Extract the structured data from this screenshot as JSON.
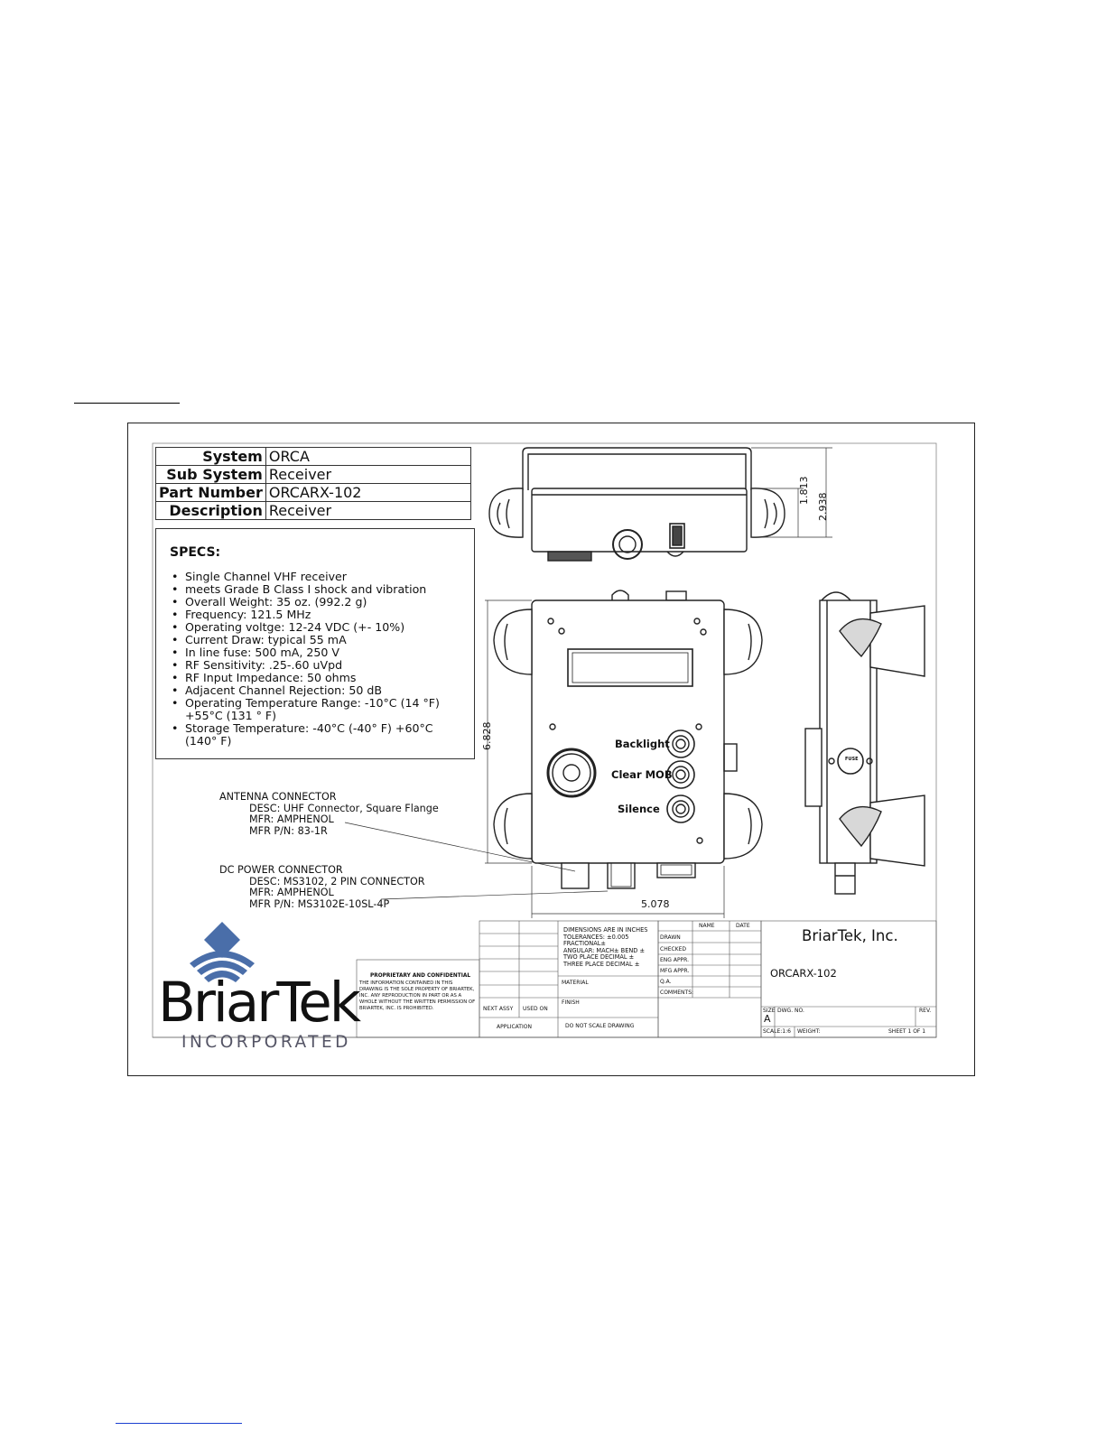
{
  "drawing": {
    "id_table": [
      {
        "label": "System",
        "value": "ORCA"
      },
      {
        "label": "Sub System",
        "value": "Receiver"
      },
      {
        "label": "Part Number",
        "value": "ORCARX-102"
      },
      {
        "label": "Description",
        "value": "Receiver"
      }
    ],
    "specs": {
      "title": "SPECS:",
      "items": [
        "Single Channel VHF receiver",
        "meets Grade B Class I shock and vibration",
        "Overall Weight: 35 oz. (992.2 g)",
        "Frequency: 121.5 MHz",
        "Operating voltge: 12-24 VDC (+- 10%)",
        "Current Draw: typical 55 mA",
        "In line fuse: 500 mA, 250 V",
        "RF Sensitivity: .25-.60 uVpd",
        "RF Input Impedance: 50 ohms",
        "Adjacent Channel Rejection: 50 dB",
        "Operating Temperature Range: -10°C (14 °F) +55°C (131 ° F)",
        "Storage Temperature: -40°C (-40° F) +60°C (140° F)"
      ]
    },
    "antenna_connector": {
      "title": "ANTENNA CONNECTOR",
      "desc": "DESC: UHF Connector, Square Flange",
      "mfr": "MFR: AMPHENOL",
      "pn": "MFR P/N: 83-1R"
    },
    "dc_power_connector": {
      "title": "DC POWER CONNECTOR",
      "desc": "DESC: MS3102, 2 PIN CONNECTOR",
      "mfr": "MFR: AMPHENOL",
      "pn": "MFR P/N: MS3102E-10SL-4P"
    },
    "dimensions": {
      "height_top_body": "1.813",
      "height_top_total": "2.938",
      "front_height": "6.828",
      "front_width": "5.078"
    },
    "buttons": {
      "backlight": "Backlight",
      "clear_mob": "Clear MOB",
      "silence": "Silence",
      "fuse": "FUSE"
    },
    "logo": {
      "name": "BriarTek",
      "sub": "INCORPORATED"
    },
    "proprietary": {
      "title": "PROPRIETARY AND CONFIDENTIAL",
      "body": "THE INFORMATION CONTAINED IN THIS DRAWING IS THE SOLE PROPERTY OF BRIARTEK, INC. ANY REPRODUCTION IN PART OR AS A WHOLE WITHOUT THE WRITTEN PERMISSION OF BRIARTEK, INC. IS PROHIBITED."
    },
    "title_block": {
      "tolerances": [
        "DIMENSIONS ARE IN INCHES",
        "TOLERANCES: ±0.005",
        "FRACTIONAL±",
        "ANGULAR: MACH±   BEND ±",
        "TWO PLACE DECIMAL    ±",
        "THREE PLACE DECIMAL  ±"
      ],
      "material": "MATERIAL",
      "finish": "FINISH",
      "next_assy": "NEXT ASSY",
      "used_on": "USED ON",
      "application": "APPLICATION",
      "do_not_scale": "DO NOT SCALE DRAWING",
      "name_col": "NAME",
      "date_col": "DATE",
      "rows": [
        "DRAWN",
        "CHECKED",
        "ENG APPR.",
        "MFG APPR.",
        "Q.A.",
        "COMMENTS:"
      ],
      "company": "BriarTek, Inc.",
      "part_title": "ORCARX-102",
      "size_label": "SIZE",
      "size_value": "A",
      "dwg_no": "DWG.  NO.",
      "rev": "REV.",
      "scale": "SCALE:1:6",
      "weight": "WEIGHT:",
      "sheet": "SHEET 1 OF 1"
    }
  }
}
